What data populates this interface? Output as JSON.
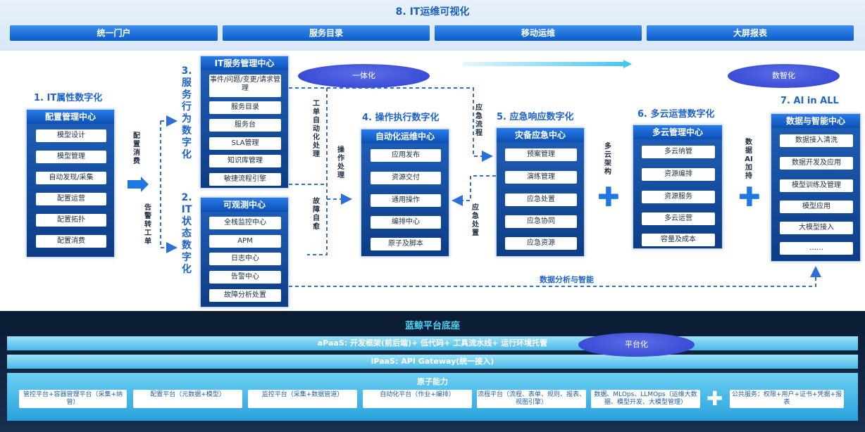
{
  "top": {
    "title": "8. IT运维可视化",
    "tabs": [
      "统一门户",
      "服务目录",
      "移动运维",
      "大屏报表"
    ]
  },
  "stages": {
    "s1": "1. IT属性数字化",
    "s2": "2. IT状态数字化",
    "s3": "3. 服务行为数字化",
    "s4": "4. 操作执行数字化",
    "s5": "5. 应急响应数字化",
    "s6": "6. 多云运营数字化",
    "s7": "7. AI in ALL"
  },
  "ellipses": {
    "integration": "一体化",
    "intelligence": "数智化",
    "platformization": "平台化"
  },
  "panels": {
    "config": {
      "title": "配置管理中心",
      "items": [
        "模型设计",
        "模型管理",
        "自动发现/采集",
        "配置运营",
        "配置拓扑",
        "配置消费"
      ]
    },
    "itsm": {
      "title": "IT服务管理中心",
      "items": [
        "事件/问题/变更/请求管理",
        "服务目录",
        "服务台",
        "SLA管理",
        "知识库管理",
        "敏捷流程引擎"
      ]
    },
    "observe": {
      "title": "可观测中心",
      "items": [
        "全栈监控中心",
        "APM",
        "日志中心",
        "告警中心",
        "故障分析处置"
      ]
    },
    "automation": {
      "title": "自动化运维中心",
      "items": [
        "应用发布",
        "资源交付",
        "通用操作",
        "编排中心",
        "原子及脚本"
      ]
    },
    "emergency": {
      "title": "灾备应急中心",
      "items": [
        "预案管理",
        "演练管理",
        "应急处置",
        "应急协同",
        "应急资源"
      ]
    },
    "multicloud": {
      "title": "多云管理中心",
      "items": [
        "多云纳管",
        "资源编排",
        "资源服务",
        "多云运营",
        "容量及成本"
      ]
    },
    "ai": {
      "title": "数据与智能中心",
      "items": [
        "数据接入清洗",
        "数据开发及应用",
        "模型训练及管理",
        "模型应用",
        "大模型接入",
        "……"
      ]
    }
  },
  "flow_labels": {
    "config_consume": "配置消费",
    "alert_ticket": "告警转工单",
    "ticket_auto": "工单自动化处理",
    "op_process": "操作处理",
    "fault_self_heal": "故障自愈",
    "emergency_flow": "应急流程",
    "emergency_process": "应急处置",
    "multicloud_arch": "多云架构",
    "data_ai_support": "数据AI加持",
    "data_analysis": "数据分析与智能"
  },
  "platform": {
    "title": "蓝鲸平台底座",
    "apaas": "aPaaS: 开发框架(前后端)+ 低代码+ 工具流水线+ 运行环境托管",
    "ipaas": "iPaaS: API Gateway(统一接入)",
    "atomic_title": "原子能力",
    "atoms": [
      "管控平台+容器管理平台（采集+纳管）",
      "配置平台（元数据+模型）",
      "监控平台（采集+数据管道）",
      "自动化平台（作业+编排）",
      "流程平台（流程、表单、规则、报表、视图引擎）",
      "数据、MLOps、LLMOps（运维大数据、模型开发、大模型管理）",
      "公共服务：权限+用户+证书+凭据+报表"
    ]
  },
  "colors": {
    "accent": "#1f63c9",
    "panel_body": "#1e5cb4",
    "platform_bg": "#0b1b33",
    "platform_bar": "#49b9e8"
  }
}
